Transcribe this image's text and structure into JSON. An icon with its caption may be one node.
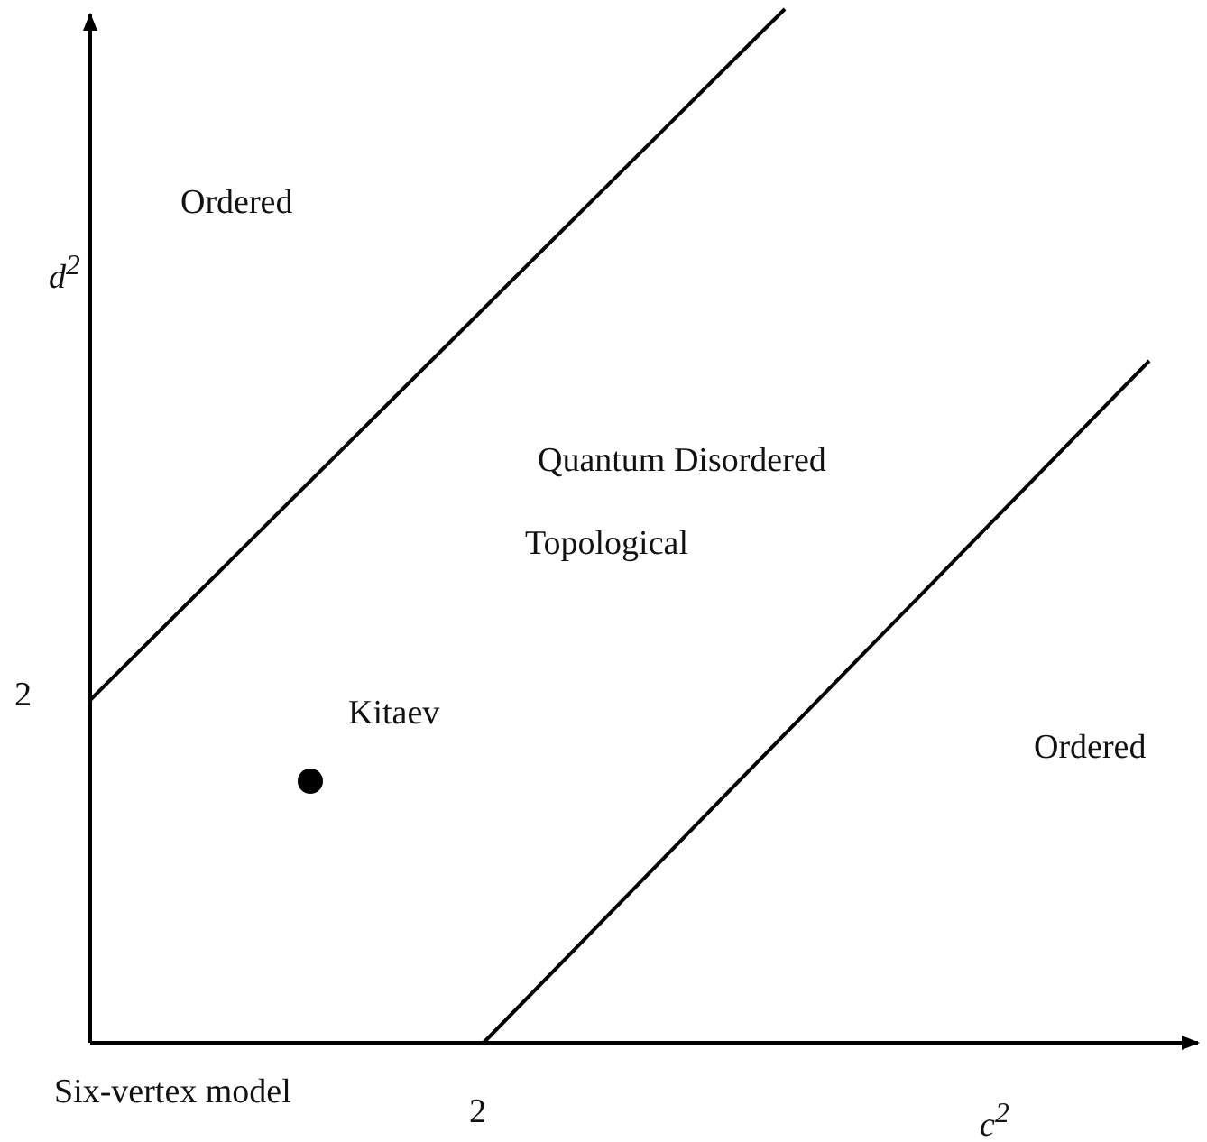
{
  "diagram": {
    "nodes": [
      {
        "text": [],
        "shape": "circle",
        "beside": [
          "Kitaev"
        ]
      }
    ],
    "labels": [
      "Ordered",
      "d$^{2}$",
      "Quantum Disordered",
      "Topological",
      "2",
      "Ordered",
      "Six-vertex model",
      "2",
      "c$^{2}$"
    ]
  }
}
